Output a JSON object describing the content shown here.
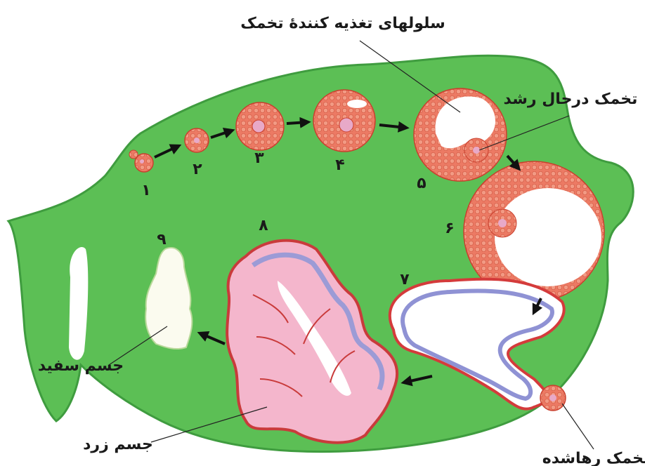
{
  "labels": {
    "nurse_cells": "سلولهای تغذیه کنندۀ تخمک",
    "growing_egg": "تخمک درحال رشد",
    "released_egg": "تخمک رهاشده",
    "corpus_luteum": "جسم زرد",
    "corpus_albicans": "جسم سفید"
  },
  "stages": [
    "۱",
    "۲",
    "۳",
    "۴",
    "۵",
    "۶",
    "۷",
    "۸",
    "۹"
  ],
  "colors": {
    "ovary": "#5cbf55",
    "ovary_edge": "#3f9c3f",
    "follicle": "#e9735f",
    "follicle_edge": "#c9402e",
    "corpus_luteum": "#f4b6cc",
    "luteum_edge": "#c93b3b",
    "luteum_band": "#9c9bd6",
    "albicans": "#fbfbef"
  }
}
